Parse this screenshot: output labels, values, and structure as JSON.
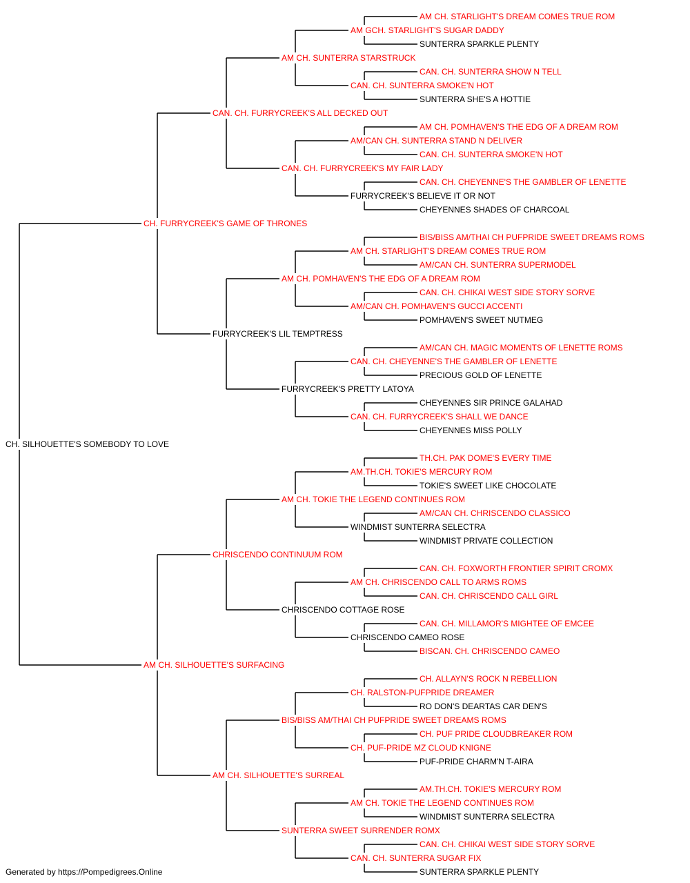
{
  "colors": {
    "champion": "#ff0000",
    "regular": "#000000",
    "line": "#000000"
  },
  "pedigree": {
    "name": "CH. SILHOUETTE'S SOMEBODY TO LOVE",
    "champion": false,
    "sire": {
      "name": "CH. FURRYCREEK'S GAME OF THRONES",
      "champion": true,
      "sire": {
        "name": "CAN. CH. FURRYCREEK'S ALL DECKED OUT",
        "champion": true,
        "sire": {
          "name": "AM CH. SUNTERRA STARSTRUCK",
          "champion": true,
          "sire": {
            "name": "AM GCH. STARLIGHT'S SUGAR DADDY",
            "champion": true,
            "sire": {
              "name": "AM CH. STARLIGHT'S DREAM COMES TRUE ROM",
              "champion": true
            },
            "dam": {
              "name": "SUNTERRA SPARKLE PLENTY",
              "champion": false
            }
          },
          "dam": {
            "name": "CAN. CH. SUNTERRA SMOKE'N HOT",
            "champion": true,
            "sire": {
              "name": "CAN. CH. SUNTERRA SHOW N TELL",
              "champion": true
            },
            "dam": {
              "name": "SUNTERRA SHE'S A HOTTIE",
              "champion": false
            }
          }
        },
        "dam": {
          "name": "CAN. CH. FURRYCREEK'S MY FAIR LADY",
          "champion": true,
          "sire": {
            "name": "AM/CAN CH. SUNTERRA STAND N DELIVER",
            "champion": true,
            "sire": {
              "name": "AM CH. POMHAVEN'S THE EDG OF A DREAM ROM",
              "champion": true
            },
            "dam": {
              "name": "CAN. CH. SUNTERRA SMOKE'N HOT",
              "champion": true
            }
          },
          "dam": {
            "name": "FURRYCREEK'S BELIEVE IT OR NOT",
            "champion": false,
            "sire": {
              "name": "CAN. CH. CHEYENNE'S THE GAMBLER OF LENETTE",
              "champion": true
            },
            "dam": {
              "name": "CHEYENNES SHADES OF CHARCOAL",
              "champion": false
            }
          }
        }
      },
      "dam": {
        "name": "FURRYCREEK'S LIL TEMPTRESS",
        "champion": false,
        "sire": {
          "name": "AM CH. POMHAVEN'S THE EDG OF A DREAM ROM",
          "champion": true,
          "sire": {
            "name": "AM CH. STARLIGHT'S DREAM COMES TRUE ROM",
            "champion": true,
            "sire": {
              "name": "BIS/BISS AM/THAI CH PUFPRIDE SWEET DREAMS ROMS",
              "champion": true
            },
            "dam": {
              "name": "AM/CAN CH. SUNTERRA SUPERMODEL",
              "champion": true
            }
          },
          "dam": {
            "name": "AM/CAN CH. POMHAVEN'S GUCCI ACCENTI",
            "champion": true,
            "sire": {
              "name": "CAN. CH. CHIKAI WEST SIDE STORY SORVE",
              "champion": true
            },
            "dam": {
              "name": "POMHAVEN'S SWEET NUTMEG",
              "champion": false
            }
          }
        },
        "dam": {
          "name": "FURRYCREEK'S PRETTY LATOYA",
          "champion": false,
          "sire": {
            "name": "CAN. CH. CHEYENNE'S THE GAMBLER OF LENETTE",
            "champion": true,
            "sire": {
              "name": "AM/CAN CH. MAGIC MOMENTS OF LENETTE ROMS",
              "champion": true
            },
            "dam": {
              "name": "PRECIOUS GOLD OF LENETTE",
              "champion": false
            }
          },
          "dam": {
            "name": "CAN. CH. FURRYCREEK'S SHALL WE DANCE",
            "champion": true,
            "sire": {
              "name": "CHEYENNES SIR PRINCE GALAHAD",
              "champion": false
            },
            "dam": {
              "name": "CHEYENNES MISS POLLY",
              "champion": false
            }
          }
        }
      }
    },
    "dam": {
      "name": "AM CH. SILHOUETTE'S SURFACING",
      "champion": true,
      "sire": {
        "name": "CHRISCENDO CONTINUUM ROM",
        "champion": true,
        "sire": {
          "name": "AM CH. TOKIE THE LEGEND CONTINUES ROM",
          "champion": true,
          "sire": {
            "name": "AM.TH.CH. TOKIE'S MERCURY ROM",
            "champion": true,
            "sire": {
              "name": "TH.CH. PAK DOME'S EVERY TIME",
              "champion": true
            },
            "dam": {
              "name": "TOKIE'S SWEET LIKE CHOCOLATE",
              "champion": false
            }
          },
          "dam": {
            "name": "WINDMIST SUNTERRA SELECTRA",
            "champion": false,
            "sire": {
              "name": "AM/CAN CH. CHRISCENDO CLASSICO",
              "champion": true
            },
            "dam": {
              "name": "WINDMIST PRIVATE COLLECTION",
              "champion": false
            }
          }
        },
        "dam": {
          "name": "CHRISCENDO COTTAGE ROSE",
          "champion": false,
          "sire": {
            "name": "AM CH. CHRISCENDO CALL TO ARMS ROMS",
            "champion": true,
            "sire": {
              "name": "CAN. CH. FOXWORTH FRONTIER SPIRIT CROMX",
              "champion": true
            },
            "dam": {
              "name": "CAN. CH. CHRISCENDO CALL GIRL",
              "champion": true
            }
          },
          "dam": {
            "name": "CHRISCENDO CAMEO ROSE",
            "champion": false,
            "sire": {
              "name": "CAN. CH. MILLAMOR'S MIGHTEE OF EMCEE",
              "champion": true
            },
            "dam": {
              "name": "BISCAN. CH. CHRISCENDO CAMEO",
              "champion": true
            }
          }
        }
      },
      "dam": {
        "name": "AM CH. SILHOUETTE'S SURREAL",
        "champion": true,
        "sire": {
          "name": "BIS/BISS AM/THAI CH PUFPRIDE SWEET DREAMS ROMS",
          "champion": true,
          "sire": {
            "name": "CH. RALSTON-PUFPRIDE DREAMER",
            "champion": true,
            "sire": {
              "name": "CH. ALLAYN'S ROCK N REBELLION",
              "champion": true
            },
            "dam": {
              "name": "RO DON'S DEARTAS CAR DEN'S",
              "champion": false
            }
          },
          "dam": {
            "name": "CH. PUF-PRIDE MZ CLOUD KNIGNE",
            "champion": true,
            "sire": {
              "name": "CH. PUF PRIDE CLOUDBREAKER ROM",
              "champion": true
            },
            "dam": {
              "name": "PUF-PRIDE CHARM'N T-AIRA",
              "champion": false
            }
          }
        },
        "dam": {
          "name": "SUNTERRA SWEET SURRENDER ROMX",
          "champion": true,
          "sire": {
            "name": "AM CH. TOKIE THE LEGEND CONTINUES ROM",
            "champion": true,
            "sire": {
              "name": "AM.TH.CH. TOKIE'S MERCURY ROM",
              "champion": true
            },
            "dam": {
              "name": "WINDMIST SUNTERRA SELECTRA",
              "champion": false
            }
          },
          "dam": {
            "name": "CAN. CH. SUNTERRA SUGAR FIX",
            "champion": true,
            "sire": {
              "name": "CAN. CH. CHIKAI WEST SIDE STORY SORVE",
              "champion": true
            },
            "dam": {
              "name": "SUNTERRA SPARKLE PLENTY",
              "champion": false
            }
          }
        }
      }
    }
  },
  "footer": {
    "text": "Generated by https://Pompedigrees.Online"
  }
}
